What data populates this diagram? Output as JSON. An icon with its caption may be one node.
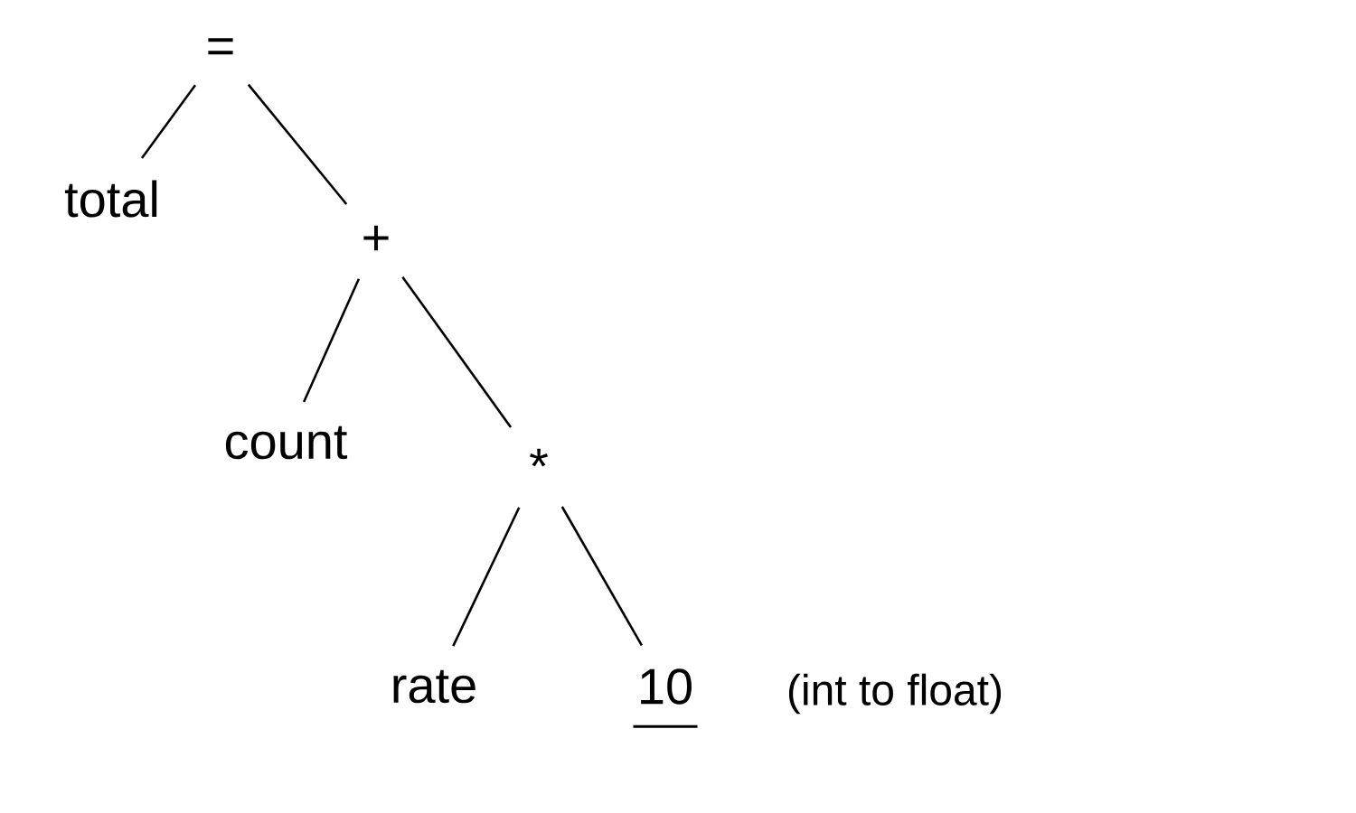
{
  "diagram": {
    "nodes": [
      {
        "text": [
          "="
        ]
      },
      {
        "text": [
          "total"
        ]
      },
      {
        "text": [
          "+"
        ]
      },
      {
        "text": [
          "count"
        ]
      },
      {
        "text": [
          "*"
        ]
      },
      {
        "text": [
          "rate"
        ]
      },
      {
        "text": [
          "10"
        ],
        "beside": [
          "(int to float)"
        ]
      }
    ],
    "edges": [
      {
        "from": 0,
        "to": 1,
        "arrow": "none"
      },
      {
        "from": 0,
        "to": 2,
        "arrow": "none"
      },
      {
        "from": 2,
        "to": 3,
        "arrow": "none"
      },
      {
        "from": 2,
        "to": 4,
        "arrow": "none"
      },
      {
        "from": 4,
        "to": 5,
        "arrow": "none"
      },
      {
        "from": 4,
        "to": 6,
        "arrow": "none"
      }
    ]
  }
}
